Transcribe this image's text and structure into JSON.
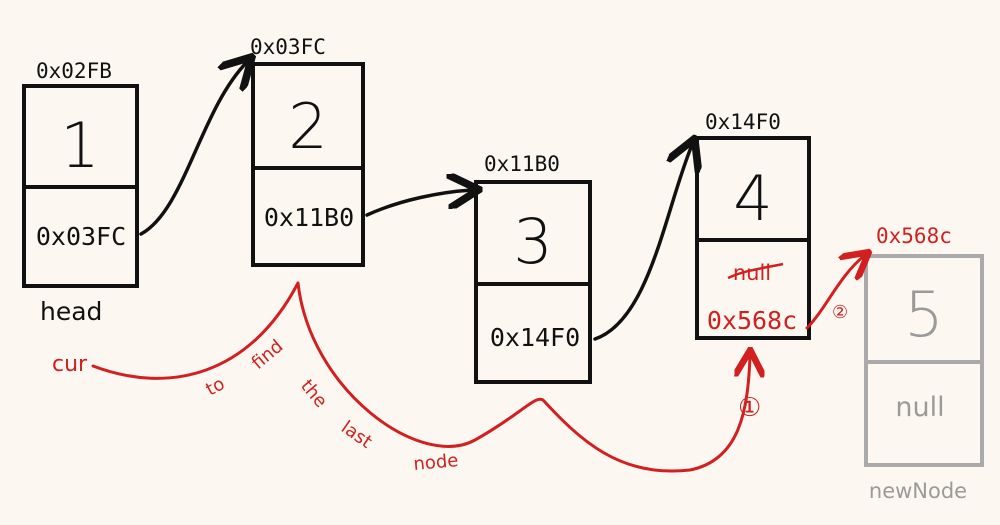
{
  "nodes": [
    {
      "address": "0x02FB",
      "value": "1",
      "next": "0x03FC"
    },
    {
      "address": "0x03FC",
      "value": "2",
      "next": "0x11B0"
    },
    {
      "address": "0x11B0",
      "value": "3",
      "next": "0x14F0"
    },
    {
      "address": "0x14F0",
      "value": "4",
      "next_old": "null",
      "next_new": "0x568c"
    }
  ],
  "new_node": {
    "address": "0x568c",
    "value": "5",
    "next": "null",
    "label": "newNode"
  },
  "head_label": "head",
  "cur_label": "cur",
  "path_words": [
    "to",
    "find",
    "the",
    "last",
    "node"
  ],
  "step_markers": [
    "①",
    "②"
  ],
  "colors": {
    "ink": "#111111",
    "annotation": "#d21f1f",
    "new_node": "#9a9a9a",
    "background": "#fcf8f1"
  }
}
